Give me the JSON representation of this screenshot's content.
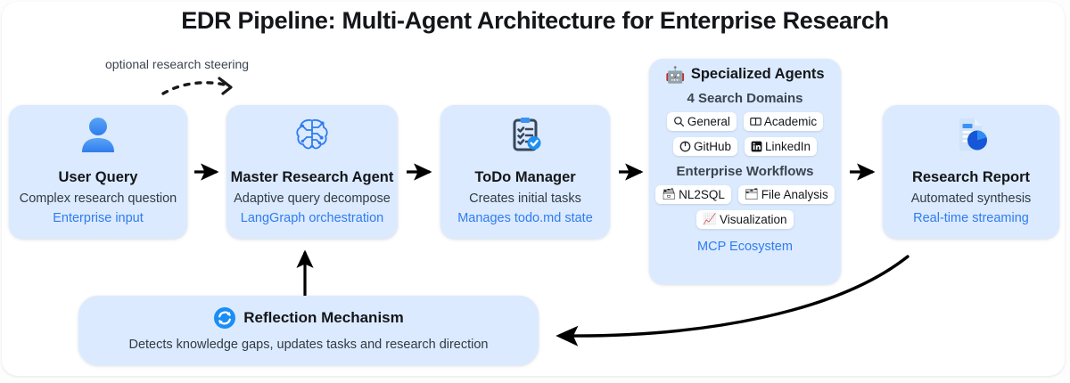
{
  "title": "EDR Pipeline: Multi-Agent Architecture for Enterprise Research",
  "colors": {
    "node_fill": "#dbeafe",
    "accent_blue": "#2f7cf0",
    "title_text": "#14161a",
    "sub_text": "#333a44",
    "arrow": "#000000",
    "chip_bg": "#ffffff"
  },
  "annotation": {
    "label": "optional research steering",
    "icon": "dashed-curved-arrow-icon"
  },
  "nodes": {
    "user_query": {
      "icon": "user-avatar-icon",
      "title": "User Query",
      "subtitle": "Complex research question",
      "accent": "Enterprise input"
    },
    "master_agent": {
      "icon": "brain-circuit-icon",
      "title": "Master Research Agent",
      "subtitle": "Adaptive query decompose",
      "accent": "LangGraph orchestration"
    },
    "todo_manager": {
      "icon": "clipboard-checklist-icon",
      "title": "ToDo Manager",
      "subtitle": "Creates initial tasks",
      "accent": "Manages todo.md state"
    },
    "research_report": {
      "icon": "document-piechart-icon",
      "title": "Research Report",
      "subtitle": "Automated synthesis",
      "accent": "Real-time streaming"
    },
    "reflection": {
      "icon": "refresh-cycle-icon",
      "title": "Reflection Mechanism",
      "subtitle": "Detects knowledge gaps, updates tasks and research direction"
    }
  },
  "specialized_agents": {
    "emoji": "robot-emoji",
    "heading": "Specialized Agents",
    "search_section_label": "4 Search Domains",
    "search_domains": [
      {
        "label": "General",
        "icon": "magnifier-icon"
      },
      {
        "label": "Academic",
        "icon": "open-book-icon"
      },
      {
        "label": "GitHub",
        "icon": "github-icon"
      },
      {
        "label": "LinkedIn",
        "icon": "linkedin-icon"
      }
    ],
    "workflows_section_label": "Enterprise Workflows",
    "workflows": [
      {
        "label": "NL2SQL",
        "icon": "database-emoji"
      },
      {
        "label": "File Analysis",
        "icon": "card-index-emoji"
      },
      {
        "label": "Visualization",
        "icon": "chart-increasing-emoji"
      }
    ],
    "accent": "MCP Ecosystem"
  },
  "arrows": {
    "user_to_master": "arrow-right-icon",
    "master_to_todo": "arrow-right-icon",
    "todo_to_agents": "arrow-right-icon",
    "agents_to_report": "arrow-right-icon",
    "reflection_to_master": "arrow-up-icon",
    "report_to_reflection": "curved-arrow-left-icon"
  }
}
